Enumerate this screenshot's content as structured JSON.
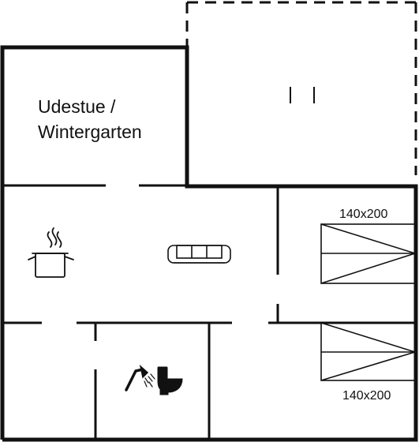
{
  "rooms": {
    "wintergarden": {
      "label_line1": "Udestue /",
      "label_line2": "Wintergarten"
    },
    "bedroom_upper": {
      "bed_label": "140x200"
    },
    "bedroom_lower": {
      "bed_label": "140x200"
    }
  },
  "icons": [
    "door-icon",
    "cooking-pot-icon",
    "sofa-icon",
    "shower-icon",
    "toilet-icon",
    "bed-icon"
  ],
  "colors": {
    "wall": "#111111",
    "background": "#ffffff"
  }
}
